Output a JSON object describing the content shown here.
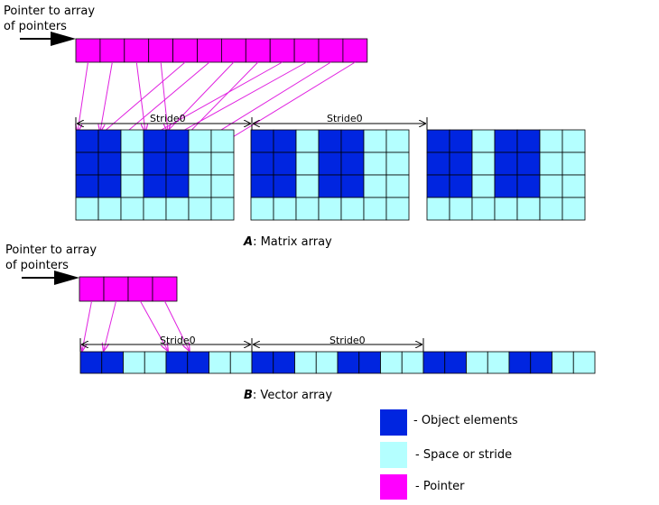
{
  "colors": {
    "object": "#0025E0",
    "space": "#B4FFFF",
    "pointer": "#FF00FF",
    "grid": "#000000",
    "arrow": "#E020E0"
  },
  "sectionA": {
    "pointer_label_line1": "Pointer to array",
    "pointer_label_line2": "of pointers",
    "pointer_count": 12,
    "stride_label_1": "Stride0",
    "stride_label_2": "Stride0",
    "caption_letter": "A",
    "caption_text": ": Matrix array",
    "matrix_pattern": [
      [
        1,
        1,
        0,
        1,
        1,
        0,
        0
      ],
      [
        1,
        1,
        0,
        1,
        1,
        0,
        0
      ],
      [
        1,
        1,
        0,
        1,
        1,
        0,
        0
      ],
      [
        0,
        0,
        0,
        0,
        0,
        0,
        0
      ]
    ],
    "matrix_count": 3
  },
  "sectionB": {
    "pointer_label_line1": "Pointer to array",
    "pointer_label_line2": "of pointers",
    "pointer_count": 4,
    "stride_label_1": "Stride0",
    "stride_label_2": "Stride0",
    "caption_letter": "B",
    "caption_text": ": Vector array",
    "vector_pattern": [
      1,
      1,
      0,
      0,
      1,
      1,
      0,
      0,
      1,
      1,
      0,
      0,
      1,
      1,
      0,
      0,
      1,
      1,
      0,
      0,
      1,
      1,
      0,
      0
    ]
  },
  "legend": {
    "object_label": "-   Object elements",
    "space_label": "-   Space or stride",
    "pointer_label": "-   Pointer"
  }
}
